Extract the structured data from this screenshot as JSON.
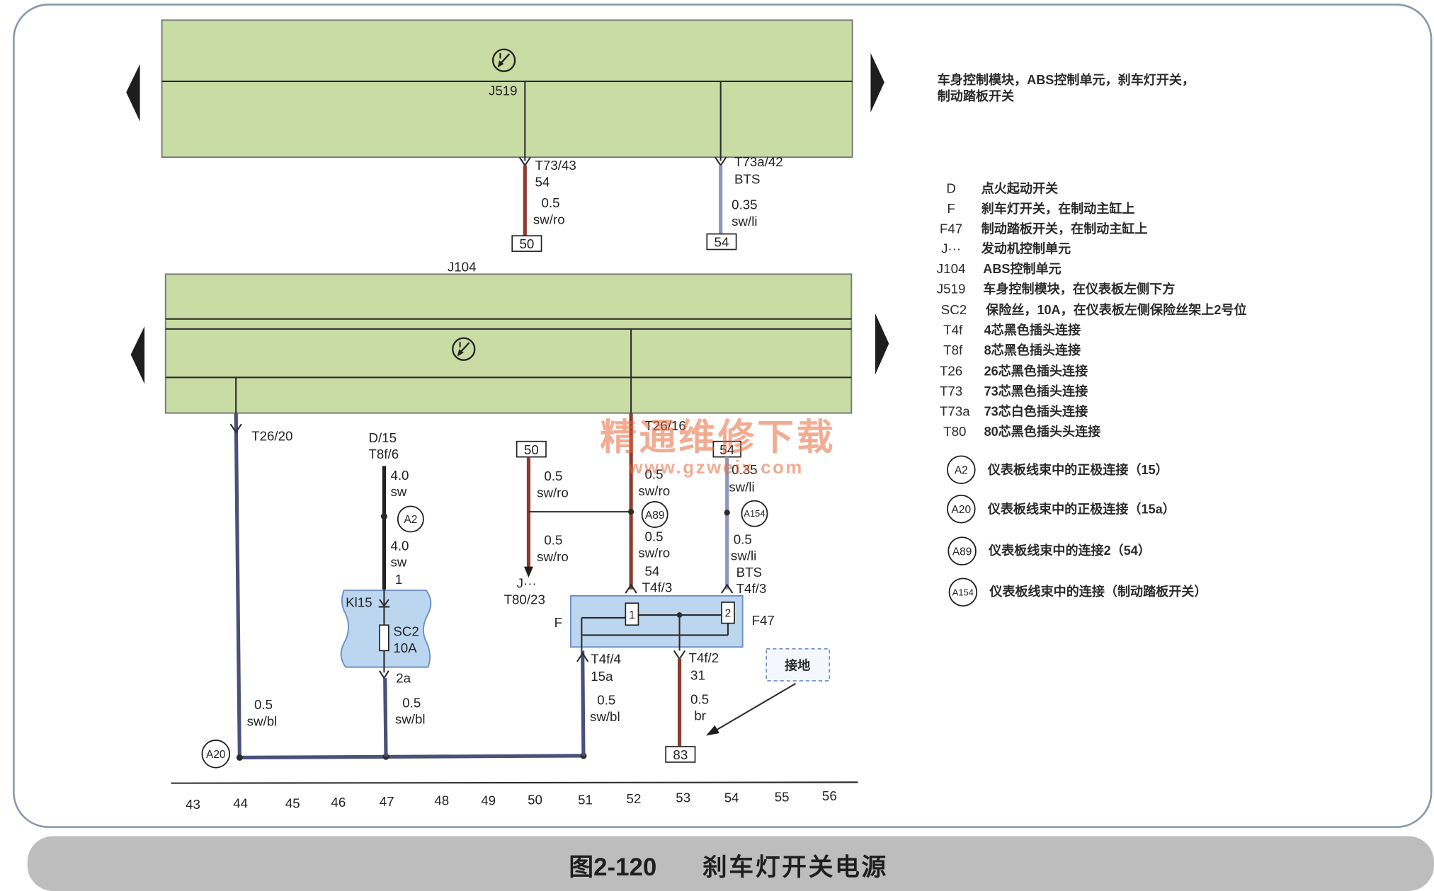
{
  "colors": {
    "module_fill": "#c9dca3",
    "component_fill": "#bcd6ef",
    "wire_brown": "#8e3b2f",
    "wire_navy": "#4b5079",
    "wire_blue_gray": "#8f98ba",
    "wire_black": "#222222",
    "watermark": "#e86a3a",
    "caption_band": "#bdbdbd"
  },
  "header": {
    "line1": "车身控制模块，ABS控制单元，刹车灯开关，",
    "line2": "制动踏板开关"
  },
  "caption": {
    "figure": "图2-120",
    "title": "刹车灯开关电源"
  },
  "modules": {
    "j519": "J519",
    "j104": "J104"
  },
  "top_wires": [
    {
      "pin": "T73/43",
      "circuit": "54",
      "gauge": "0.5",
      "color": "sw/ro",
      "connects_to": "50"
    },
    {
      "pin": "T73a/42",
      "circuit": "BTS",
      "gauge": "0.35",
      "color": "sw/li",
      "connects_to": "54"
    }
  ],
  "wire_t26_20": {
    "pin": "T26/20",
    "gauge": "0.5",
    "color": "sw/bl",
    "splice": "A20"
  },
  "wire_d15": {
    "source": "D/15",
    "pin": "T8f/6",
    "gauge": "4.0",
    "color": "sw",
    "splice": "A2",
    "gauge_2": "4.0",
    "color_2": "sw",
    "fuse_pin_in": "1",
    "terminal": "Kl15",
    "fuse": "SC2",
    "fuse_rating": "10A",
    "fuse_pin_out": "2a",
    "gauge_3": "0.5",
    "color_3": "sw/bl"
  },
  "wire_50": {
    "from": "50",
    "gauge": "0.5",
    "color": "sw/ro",
    "gauge_2": "0.5",
    "color_2": "sw/ro",
    "target": "J···",
    "pin": "T80/23"
  },
  "wire_t26_16": {
    "pin": "T26/16",
    "gauge": "0.5",
    "color": "sw/ro",
    "splice": "A89",
    "gauge_2": "0.5",
    "color_2": "sw/ro",
    "circuit": "54",
    "pin_2": "T4f/3"
  },
  "wire_54": {
    "from": "54",
    "gauge": "0.35",
    "color": "sw/li",
    "splice": "A154",
    "gauge_2": "0.5",
    "color_2": "sw/li",
    "circuit": "BTS",
    "pin_2": "T4f/3"
  },
  "switch": {
    "label_f": "F",
    "label_f47": "F47",
    "pin_1": "1",
    "pin_2": "2"
  },
  "wire_t4f_4": {
    "pin": "T4f/4",
    "circuit": "15a",
    "gauge": "0.5",
    "color": "sw/bl"
  },
  "wire_t4f_2": {
    "pin": "T4f/2",
    "circuit": "31",
    "gauge": "0.5",
    "color": "br",
    "ground_point": "83"
  },
  "ground_label": "接地",
  "scale": [
    "43",
    "44",
    "45",
    "46",
    "47",
    "48",
    "49",
    "50",
    "51",
    "52",
    "53",
    "54",
    "55",
    "56"
  ],
  "legend": [
    {
      "code": "D",
      "desc": "点火起动开关"
    },
    {
      "code": "F",
      "desc": "刹车灯开关，在制动主缸上"
    },
    {
      "code": "F47",
      "desc": "制动踏板开关，在制动主缸上"
    },
    {
      "code": "J···",
      "desc": "发动机控制单元"
    },
    {
      "code": "J104",
      "desc": "ABS控制单元"
    },
    {
      "code": "J519",
      "desc": "车身控制模块，在仪表板左侧下方"
    },
    {
      "code": "SC2",
      "desc": "保险丝，10A，在仪表板左侧保险丝架上2号位"
    },
    {
      "code": "T4f",
      "desc": "4芯黑色插头连接"
    },
    {
      "code": "T8f",
      "desc": "8芯黑色插头连接"
    },
    {
      "code": "T26",
      "desc": "26芯黑色插头连接"
    },
    {
      "code": "T73",
      "desc": "73芯黑色插头连接"
    },
    {
      "code": "T73a",
      "desc": "73芯白色插头连接"
    },
    {
      "code": "T80",
      "desc": "80芯黑色插头头连接"
    }
  ],
  "splice_legend": [
    {
      "id": "A2",
      "desc": "仪表板线束中的正极连接（15）"
    },
    {
      "id": "A20",
      "desc": "仪表板线束中的正极连接（15a）"
    },
    {
      "id": "A89",
      "desc": "仪表板线束中的连接2（54）"
    },
    {
      "id": "A154",
      "desc": "仪表板线束中的连接（制动踏板开关）"
    }
  ],
  "watermark": {
    "line1": "精通维修下载",
    "line2": "www.gzweix.com"
  }
}
